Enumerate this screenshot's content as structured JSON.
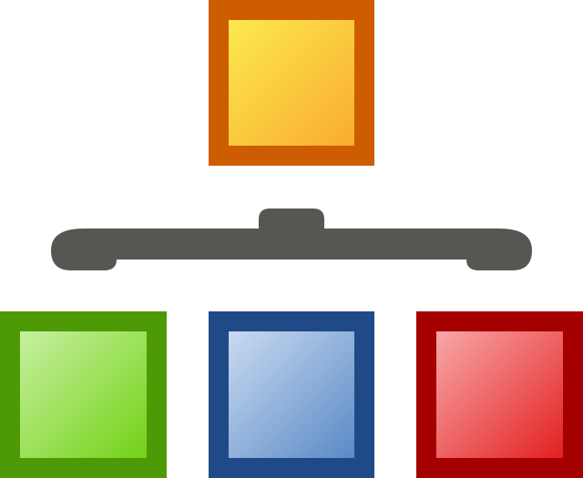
{
  "diagram": {
    "type": "hierarchy-icon",
    "connector_color": "#555753",
    "top_node": {
      "role": "parent",
      "frame_color": "#ce5c00",
      "gradient": [
        "#fce94f",
        "#f9ac2f"
      ]
    },
    "child_nodes": [
      {
        "role": "child-left",
        "frame_color": "#4e9a06",
        "gradient": [
          "#c6f0a0",
          "#73d216"
        ]
      },
      {
        "role": "child-center",
        "frame_color": "#204a87",
        "gradient": [
          "#c9daf0",
          "#5a8ac6"
        ]
      },
      {
        "role": "child-right",
        "frame_color": "#a40000",
        "gradient": [
          "#f8a7a7",
          "#e32020"
        ]
      }
    ]
  }
}
